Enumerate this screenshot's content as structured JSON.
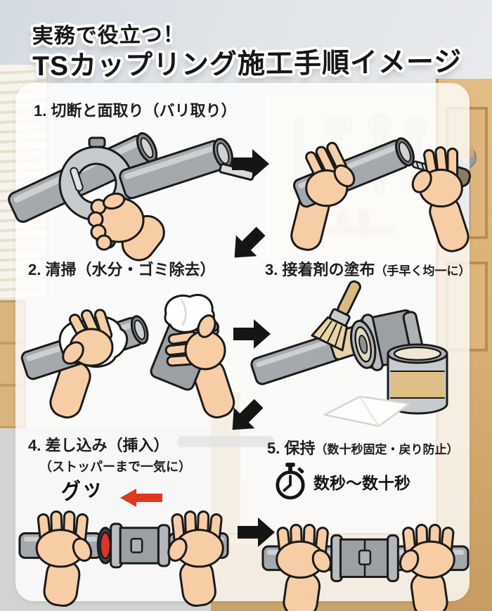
{
  "title": {
    "tagline": "実務で役立つ！",
    "main": "TSカップリング施工手順イメージ"
  },
  "steps": {
    "step1": {
      "label": "1. 切断と面取り（バリ取り）"
    },
    "step2": {
      "label": "2. 清掃（水分・ゴミ除去）"
    },
    "step3": {
      "label": "3. 接着剤の塗布",
      "note": "（手早く均一に）"
    },
    "step4": {
      "label": "4. 差し込み（挿入）",
      "note": "（ストッパーまで一気に）",
      "sfx": "グッ"
    },
    "step5": {
      "label": "5. 保持",
      "note": "（数十秒固定・戻り防止）",
      "hold_time": "数秒〜数十秒"
    }
  },
  "icons": {
    "flow_arrow": "arrow-right-icon",
    "flow_arrow_diagonal": "arrow-down-left-icon",
    "push_arrow": "red-arrow-left-icon",
    "timer": "stopwatch-icon"
  },
  "colors": {
    "accent_red": "#e0381f",
    "gasket_red": "#d93528",
    "arrow_black": "#151515",
    "pipe_gray": "#a4a9ad",
    "skin": "#f7cda6",
    "adhesive_tan": "#e6d3a8",
    "wood": "#d9b278",
    "card_background": "rgba(255,255,255,0.80)"
  }
}
